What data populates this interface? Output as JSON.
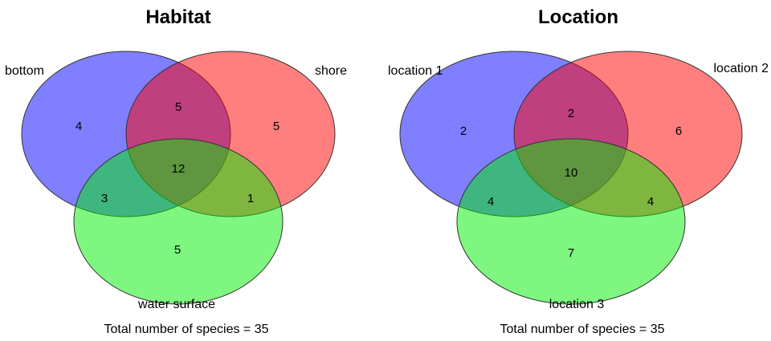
{
  "colors": {
    "set_a": "#0000ff",
    "set_b": "#ff0000",
    "set_c": "#00ee00",
    "outline": "#333333"
  },
  "panels": [
    {
      "title": "Habitat",
      "sets": {
        "a": "bottom",
        "b": "shore",
        "c": "water surface"
      },
      "counts": {
        "a_only": "4",
        "b_only": "5",
        "c_only": "5",
        "ab": "5",
        "ac": "3",
        "bc": "1",
        "abc": "12"
      },
      "total": "Total number of species = 35"
    },
    {
      "title": "Location",
      "sets": {
        "a": "location 1",
        "b": "location 2",
        "c": "location 3"
      },
      "counts": {
        "a_only": "2",
        "b_only": "6",
        "c_only": "7",
        "ab": "2",
        "ac": "4",
        "bc": "4",
        "abc": "10"
      },
      "total": "Total number of species = 35"
    }
  ]
}
